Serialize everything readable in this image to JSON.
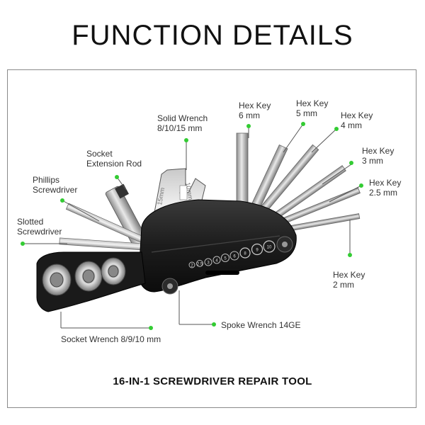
{
  "title": "FUNCTION DETAILS",
  "footer": "16-IN-1 SCREWDRIVER REPAIR TOOL",
  "accent_color": "#33cc33",
  "labels": {
    "hex6": "Hex Key\n6 mm",
    "hex5": "Hex Key\n5 mm",
    "hex4": "Hex Key\n4 mm",
    "hex3": "Hex Key\n3 mm",
    "hex25": "Hex Key\n2.5 mm",
    "hex2": "Hex Key\n2 mm",
    "solid_wrench": "Solid Wrench\n8/10/15 mm",
    "socket_rod": "Socket\nExtension Rod",
    "phillips": "Phillips\nScrewdriver",
    "slotted": "Slotted\nScrewdriver",
    "spoke": "Spoke Wrench 14GE",
    "socket_wrench": "Socket Wrench 8/9/10 mm"
  },
  "tool_markings": {
    "wrench_10": "10mm",
    "wrench_15": "15mm",
    "spoke_sizes": [
      "2",
      "2.5",
      "3",
      "4",
      "5",
      "6",
      "8",
      "9",
      "10"
    ]
  }
}
